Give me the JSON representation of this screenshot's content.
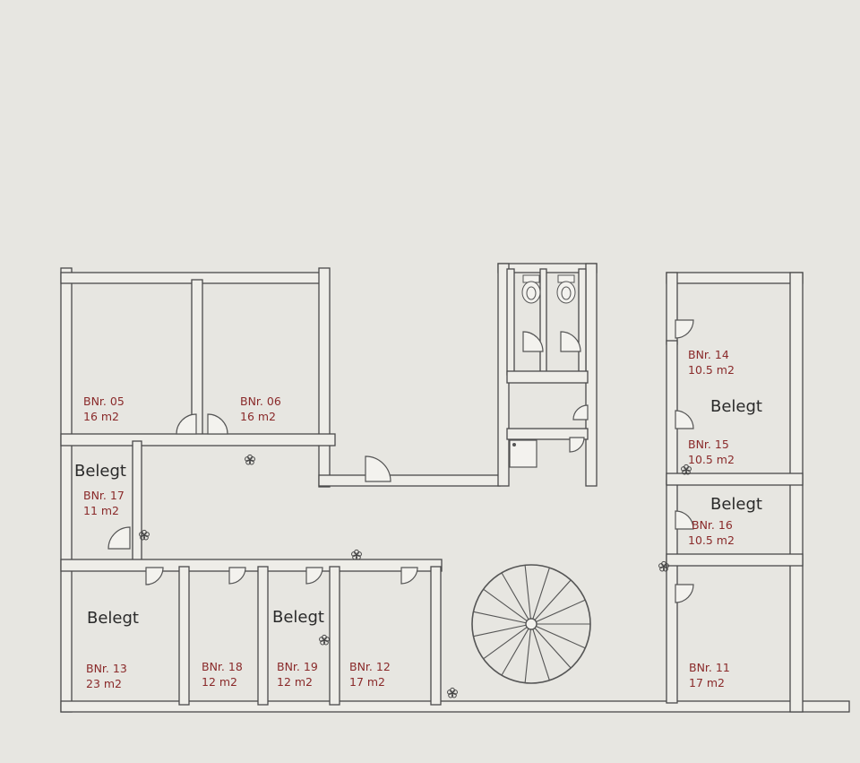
{
  "colors": {
    "paper": "#e7e6e1",
    "wall_fill": "#eeede8",
    "wall_stroke": "#4a4a4a",
    "line": "#555555",
    "room_text": "#8a2a2a",
    "occupied_text": "#2a2a2a",
    "marker": "#444444"
  },
  "rooms": {
    "r05": {
      "number": "BNr. 05",
      "area": "16 m2"
    },
    "r06": {
      "number": "BNr. 06",
      "area": "16 m2"
    },
    "r17": {
      "number": "BNr. 17",
      "area": "11 m2"
    },
    "r13": {
      "number": "BNr. 13",
      "area": "23 m2"
    },
    "r18": {
      "number": "BNr. 18",
      "area": "12 m2"
    },
    "r19": {
      "number": "BNr. 19",
      "area": "12 m2"
    },
    "r12": {
      "number": "BNr. 12",
      "area": "17 m2"
    },
    "r14": {
      "number": "BNr. 14",
      "area": "10.5 m2"
    },
    "r15": {
      "number": "BNr. 15",
      "area": "10.5 m2"
    },
    "r16": {
      "number": "BNr. 16",
      "area": "10.5 m2"
    },
    "r11": {
      "number": "BNr. 11",
      "area": "17 m2"
    }
  },
  "occupied": {
    "label_17": "Belegt",
    "label_13": "Belegt",
    "label_19": "Belegt",
    "label_14": "Belegt",
    "label_16": "Belegt"
  },
  "icons": {
    "marker": "fire-extinguisher-icon",
    "stair": "spiral-staircase-icon",
    "toilet": "toilet-icon",
    "shower": "shower-icon"
  }
}
